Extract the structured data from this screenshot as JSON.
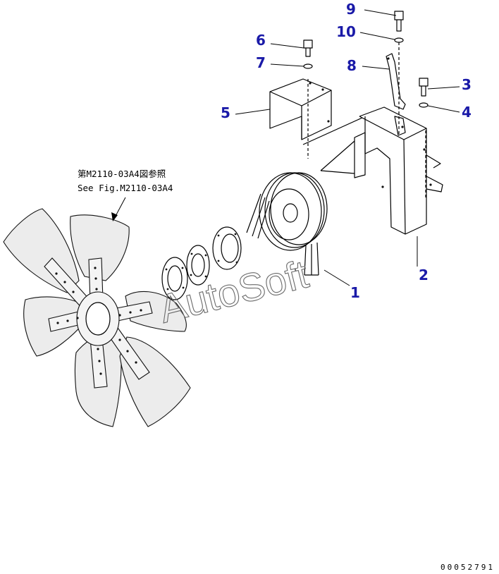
{
  "reference_note": {
    "line1": "第M2110-03A4図参照",
    "line2": "See Fig.M2110-03A4"
  },
  "watermark": "AutoSoft",
  "document_id": "00052791",
  "callouts": [
    {
      "number": "1",
      "part": "v-belt"
    },
    {
      "number": "2",
      "part": "belt-cover"
    },
    {
      "number": "3",
      "part": "bolt"
    },
    {
      "number": "4",
      "part": "washer"
    },
    {
      "number": "5",
      "part": "cover-plate"
    },
    {
      "number": "6",
      "part": "bolt"
    },
    {
      "number": "7",
      "part": "washer"
    },
    {
      "number": "8",
      "part": "bracket"
    },
    {
      "number": "9",
      "part": "bolt"
    },
    {
      "number": "10",
      "part": "washer"
    }
  ],
  "colors": {
    "callout_number": "#1a1aa8",
    "line_art": "#000000",
    "fan_fill": "#ececec",
    "watermark": "#6a6a6a"
  }
}
